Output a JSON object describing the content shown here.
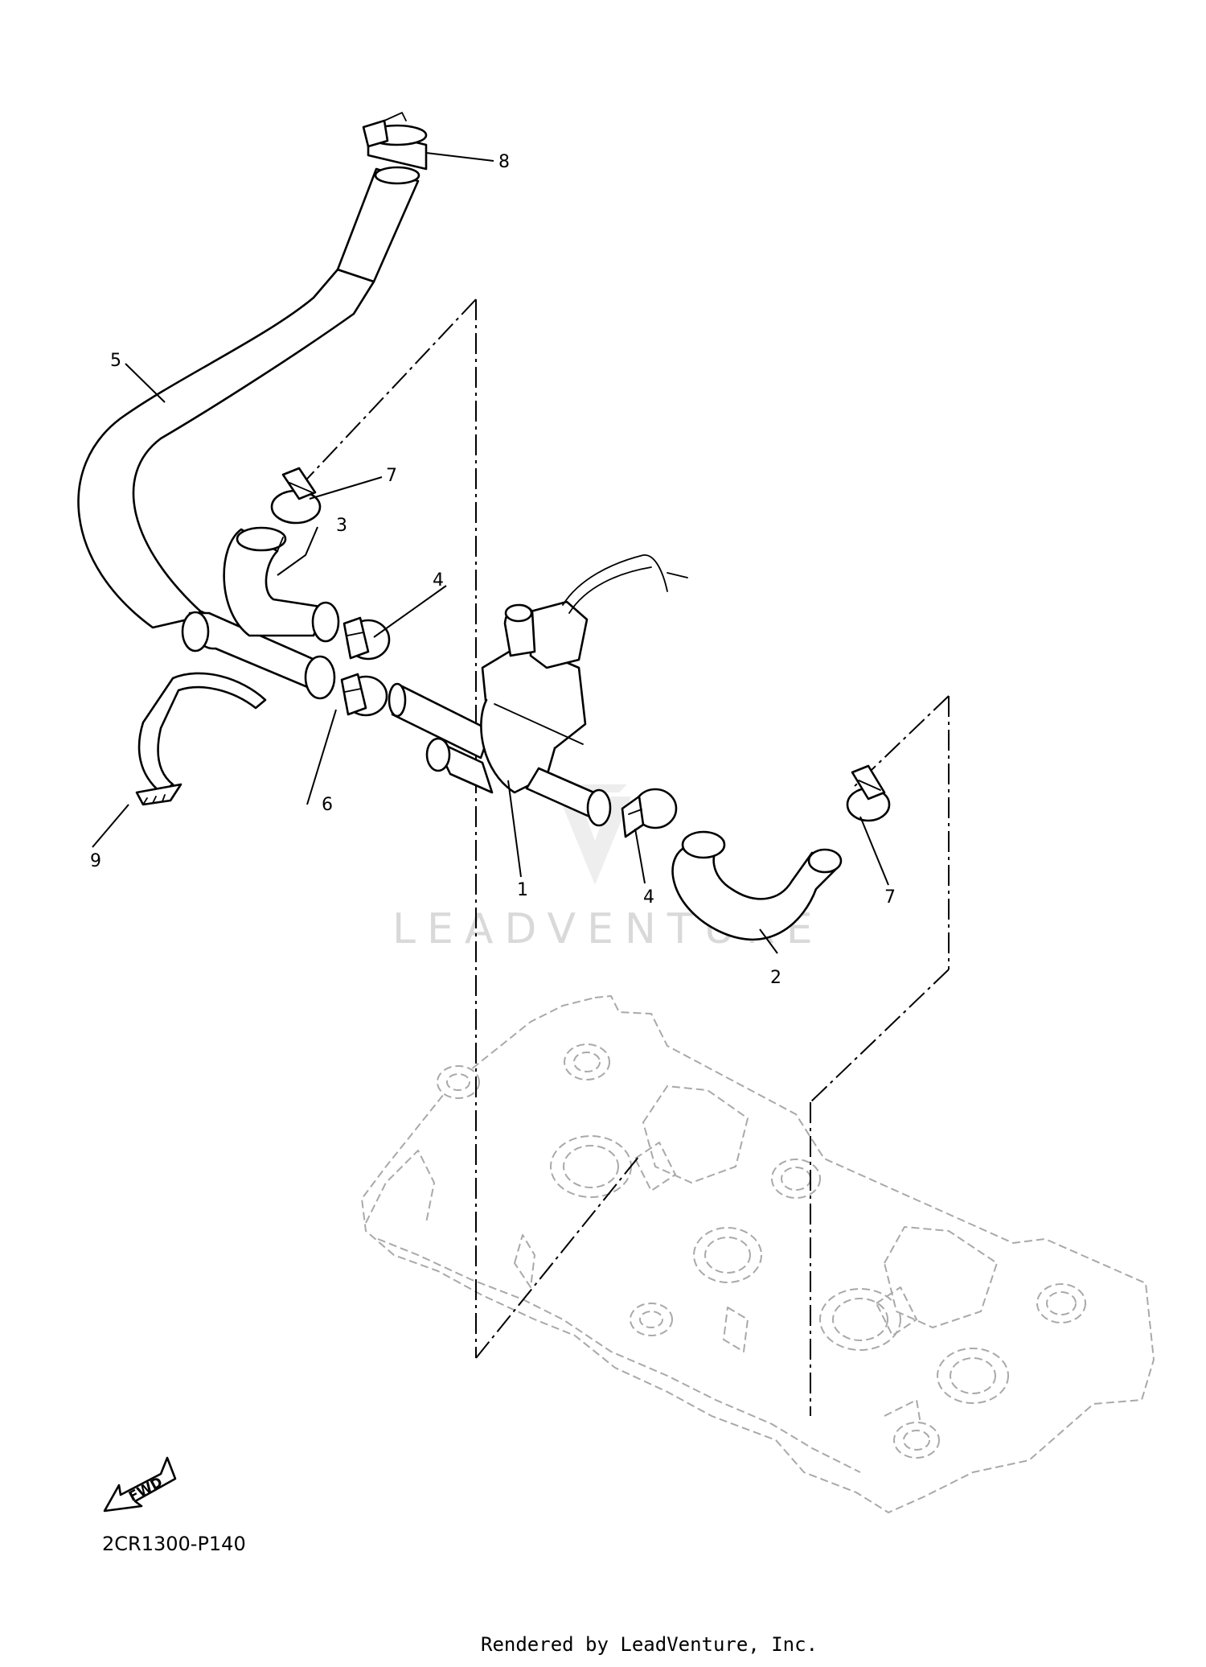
{
  "callouts": [
    {
      "id": "callout-1",
      "number": "1"
    },
    {
      "id": "callout-2",
      "number": "2"
    },
    {
      "id": "callout-3",
      "number": "3"
    },
    {
      "id": "callout-4a",
      "number": "4"
    },
    {
      "id": "callout-4b",
      "number": "4"
    },
    {
      "id": "callout-5",
      "number": "5"
    },
    {
      "id": "callout-6",
      "number": "6"
    },
    {
      "id": "callout-7a",
      "number": "7"
    },
    {
      "id": "callout-7b",
      "number": "7"
    },
    {
      "id": "callout-8",
      "number": "8"
    },
    {
      "id": "callout-9",
      "number": "9"
    }
  ],
  "fwd_label": "FWD",
  "diagram_code": "2CR1300-P140",
  "watermark": "LEADVENTURE",
  "credit": "Rendered by LeadVenture, Inc.",
  "colors": {
    "line": "#000000",
    "ghost": "#a9a9a9",
    "watermark": "#d9d9d9",
    "background": "#ffffff"
  }
}
